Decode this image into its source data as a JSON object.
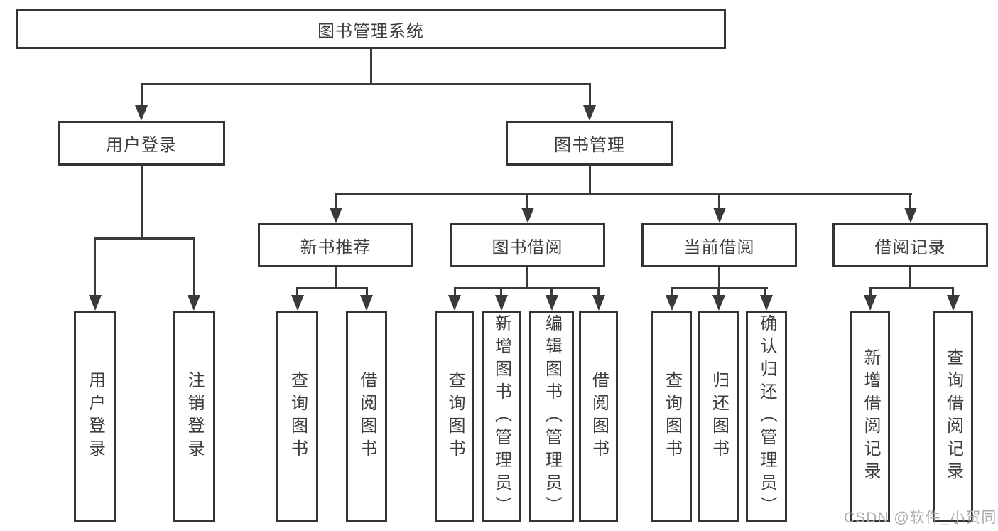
{
  "diagram": {
    "root": {
      "label": "图书管理系统"
    },
    "branches": {
      "user_login": {
        "label": "用户登录"
      },
      "book_mgmt": {
        "label": "图书管理"
      }
    },
    "modules": {
      "new_book_rec": {
        "label": "新书推荐"
      },
      "book_borrow": {
        "label": "图书借阅"
      },
      "current_borrow": {
        "label": "当前借阅"
      },
      "borrow_records": {
        "label": "借阅记录"
      }
    },
    "leaves": {
      "login_user_login": {
        "label": "用户登录"
      },
      "login_logout": {
        "label": "注销登录"
      },
      "rec_query_books": {
        "label": "查询图书"
      },
      "rec_borrow_books": {
        "label": "借阅图书"
      },
      "borrow_query_books": {
        "label": "查询图书"
      },
      "borrow_add_books": {
        "label": "新增图书（管理员）"
      },
      "borrow_edit_books": {
        "label": "编辑图书（管理员）"
      },
      "borrow_borrow_books": {
        "label": "借阅图书"
      },
      "cur_query_books": {
        "label": "查询图书"
      },
      "cur_return_books": {
        "label": "归还图书"
      },
      "cur_confirm_return": {
        "label": "确认归还（管理员）"
      },
      "recd_add_record": {
        "label": "新增借阅记录"
      },
      "recd_query_record": {
        "label": "查询借阅记录"
      }
    },
    "watermark": "CSDN @软件_小贺同学",
    "colors": {
      "line": "#3a3a3a",
      "border": "#343434",
      "text": "#3d3d3d",
      "watermark": "#ababab",
      "background": "#ffffff"
    }
  }
}
